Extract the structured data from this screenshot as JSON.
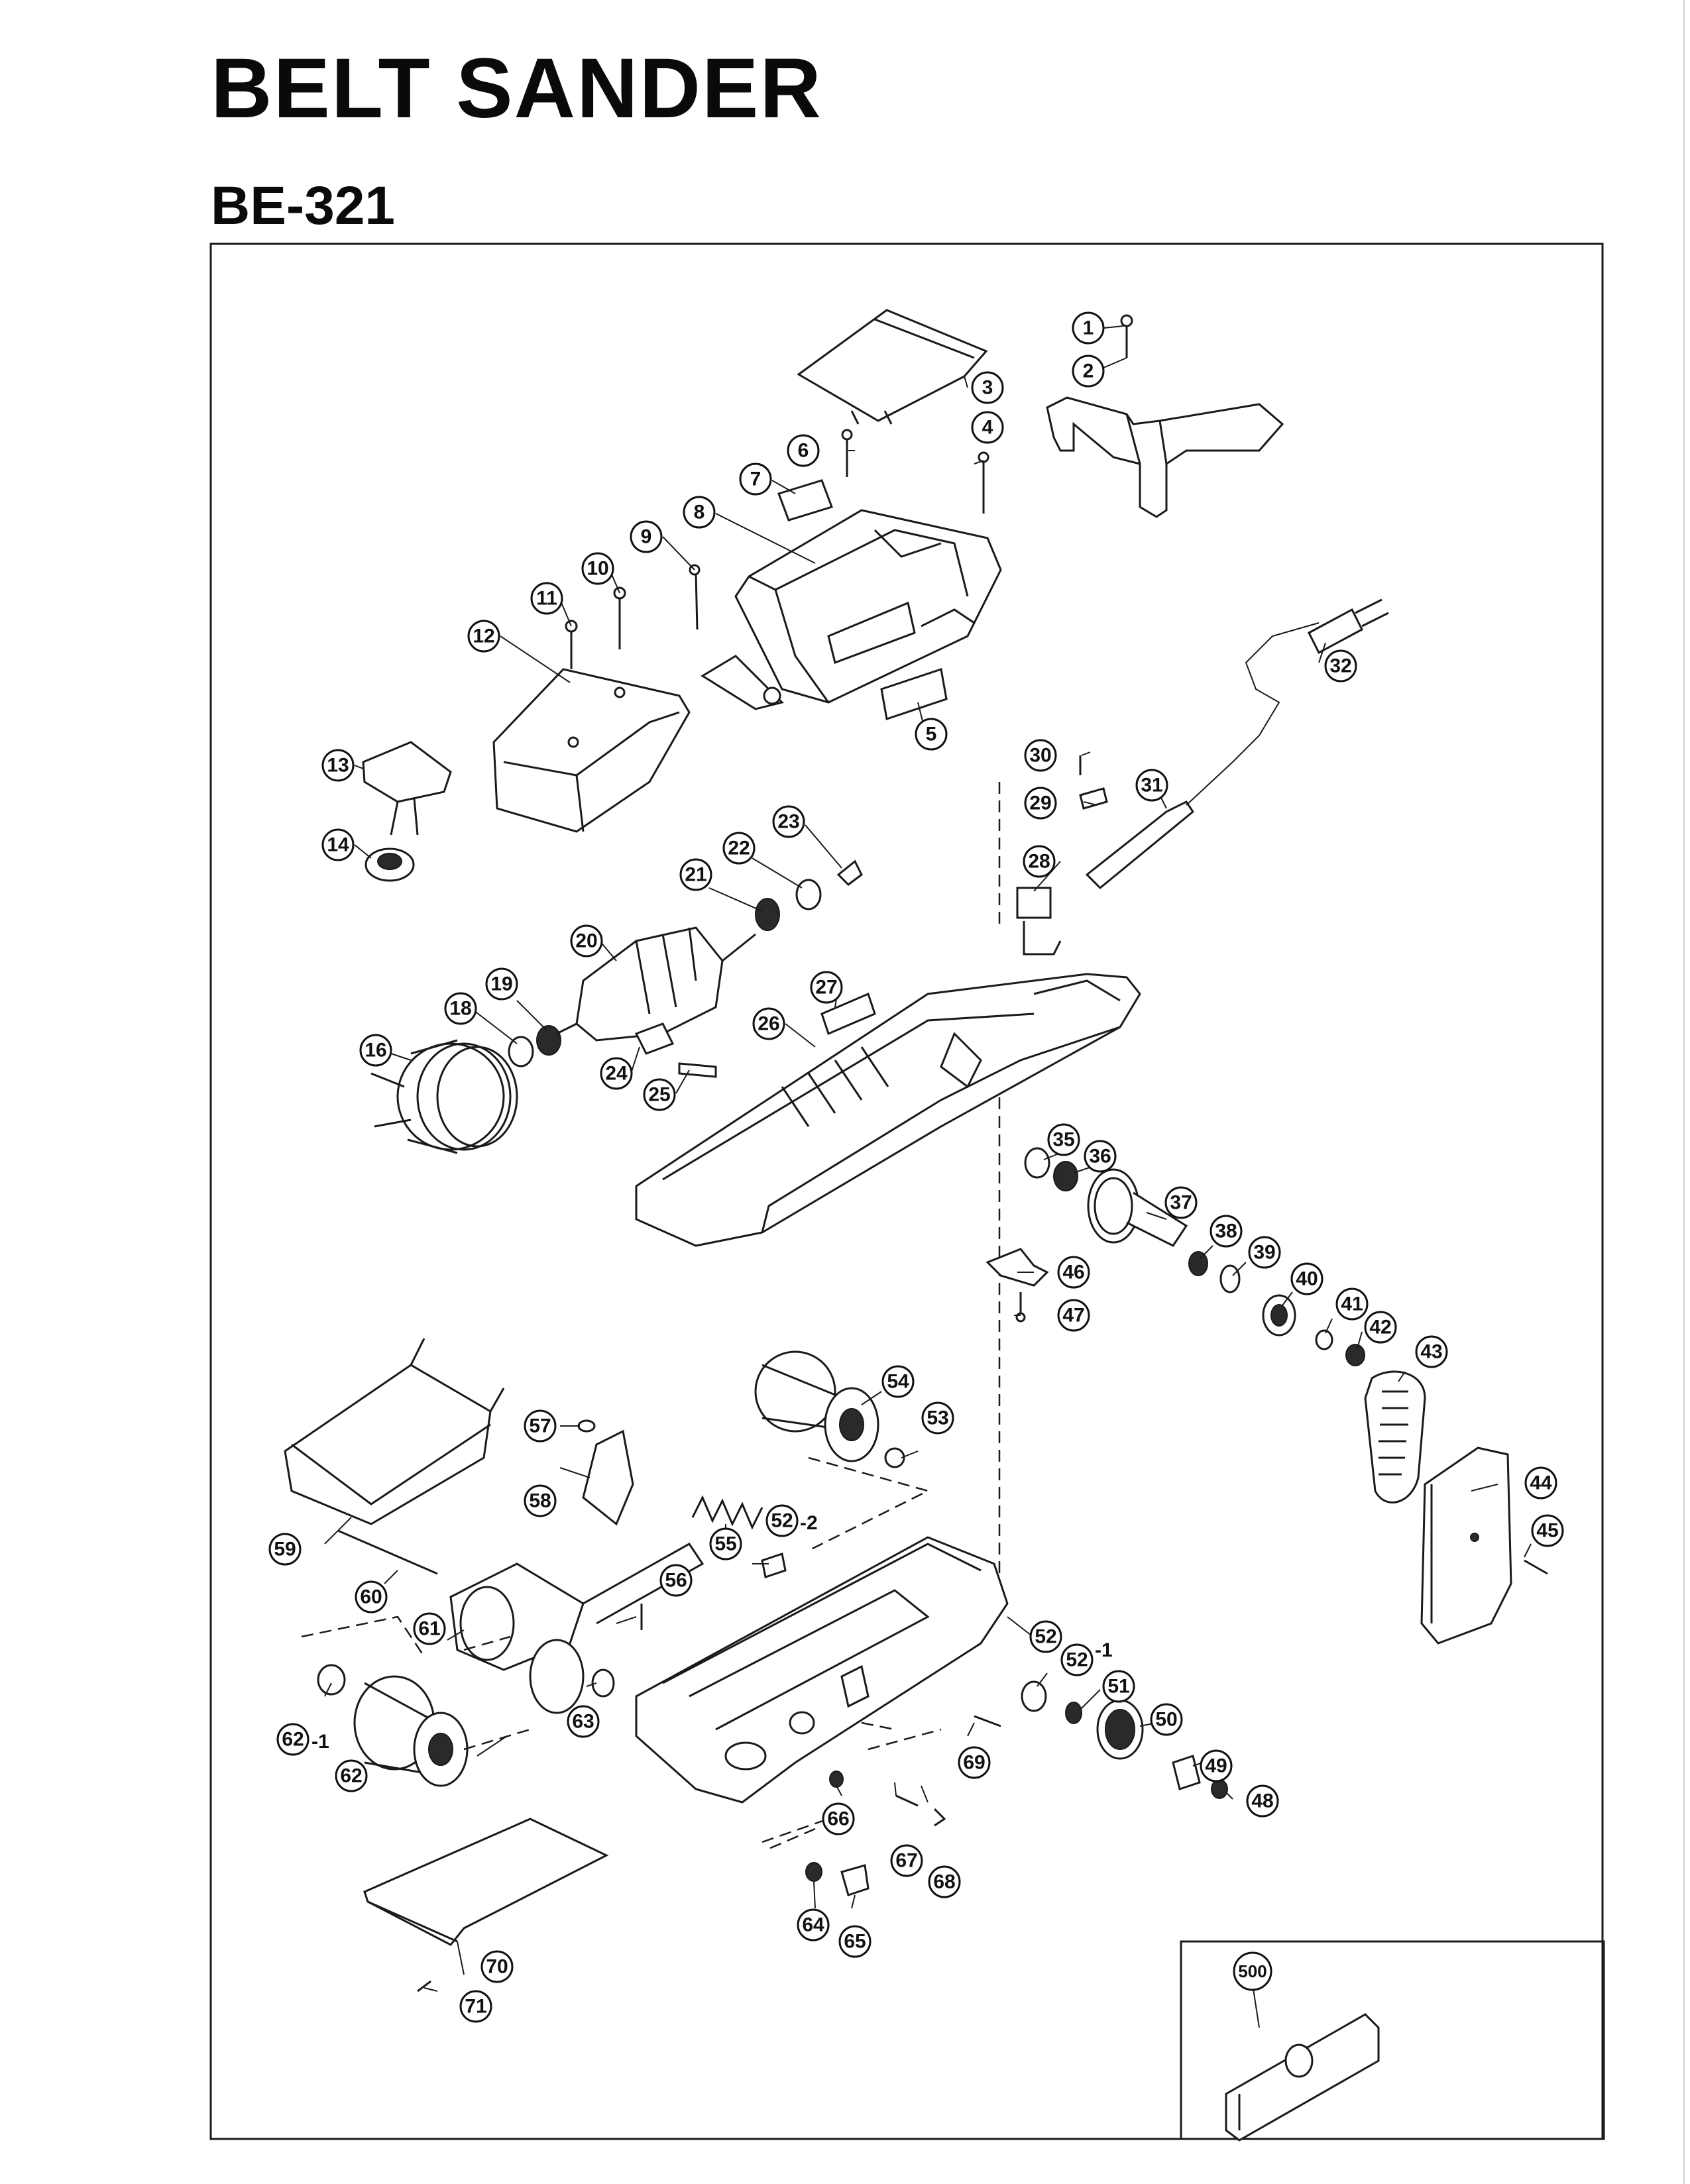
{
  "page": {
    "title": "BELT SANDER",
    "model": "BE-321"
  },
  "parts": {
    "p1": "1",
    "p2": "2",
    "p3": "3",
    "p4": "4",
    "p5": "5",
    "p6": "6",
    "p7": "7",
    "p8": "8",
    "p9": "9",
    "p10": "10",
    "p11": "11",
    "p12": "12",
    "p13": "13",
    "p14": "14",
    "p16": "16",
    "p18": "18",
    "p19": "19",
    "p20": "20",
    "p21": "21",
    "p22": "22",
    "p23": "23",
    "p24": "24",
    "p25": "25",
    "p26": "26",
    "p27": "27",
    "p28": "28",
    "p29": "29",
    "p30": "30",
    "p31": "31",
    "p32": "32",
    "p35": "35",
    "p36": "36",
    "p37": "37",
    "p38": "38",
    "p39": "39",
    "p40": "40",
    "p41": "41",
    "p42": "42",
    "p43": "43",
    "p44": "44",
    "p45": "45",
    "p46": "46",
    "p47": "47",
    "p48": "48",
    "p49": "49",
    "p50": "50",
    "p51": "51",
    "p52": "52",
    "p52_1": "52",
    "p52_2": "52",
    "p53": "53",
    "p54": "54",
    "p55": "55",
    "p56": "56",
    "p57": "57",
    "p58": "58",
    "p59": "59",
    "p60": "60",
    "p61": "61",
    "p62": "62",
    "p62_1": "62",
    "p63": "63",
    "p64": "64",
    "p65": "65",
    "p66": "66",
    "p67": "67",
    "p68": "68",
    "p69": "69",
    "p70": "70",
    "p71": "71",
    "p500": "500"
  },
  "suffixes": {
    "s52_1": "-1",
    "s52_2": "-2",
    "s62_1": "-1"
  }
}
